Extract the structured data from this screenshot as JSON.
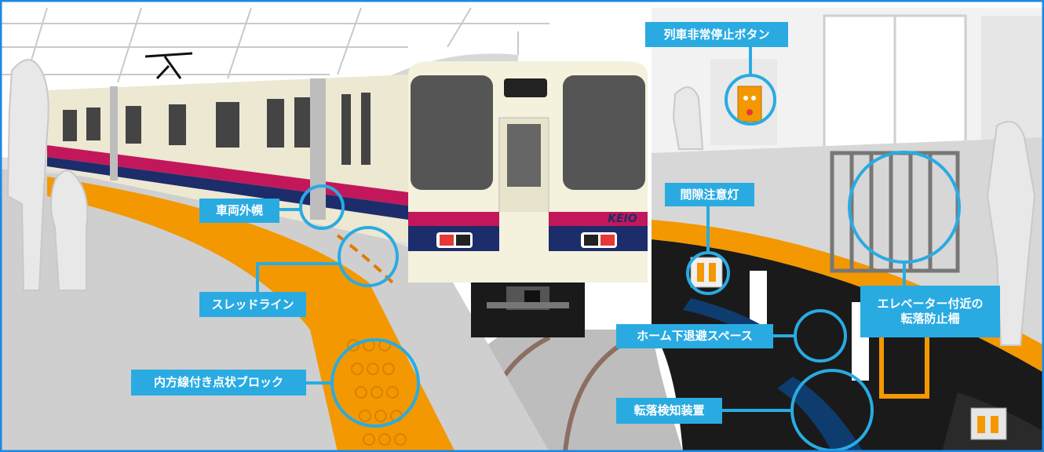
{
  "train": {
    "brand": "KEIO"
  },
  "callouts": [
    {
      "id": "emergency-stop",
      "text": "列車非常停止ボタン"
    },
    {
      "id": "gap-light",
      "text": "間隙注意灯"
    },
    {
      "id": "bellows",
      "text": "車両外幌"
    },
    {
      "id": "thread-line",
      "text": "スレッドライン"
    },
    {
      "id": "tactile-block",
      "text": "内方線付き点状ブロック"
    },
    {
      "id": "refuge-space",
      "text": "ホーム下退避スペース"
    },
    {
      "id": "fall-detector",
      "text": "転落検知装置"
    },
    {
      "id": "elevator-fence",
      "lines": [
        "エレベーター付近の",
        "転落防止柵"
      ]
    }
  ],
  "colors": {
    "callout": "#29abe2",
    "platform_edge": "#f39800",
    "train_body": "#f4f1dc",
    "stripe_magenta": "#c2185b",
    "stripe_navy": "#1d2c6b"
  }
}
